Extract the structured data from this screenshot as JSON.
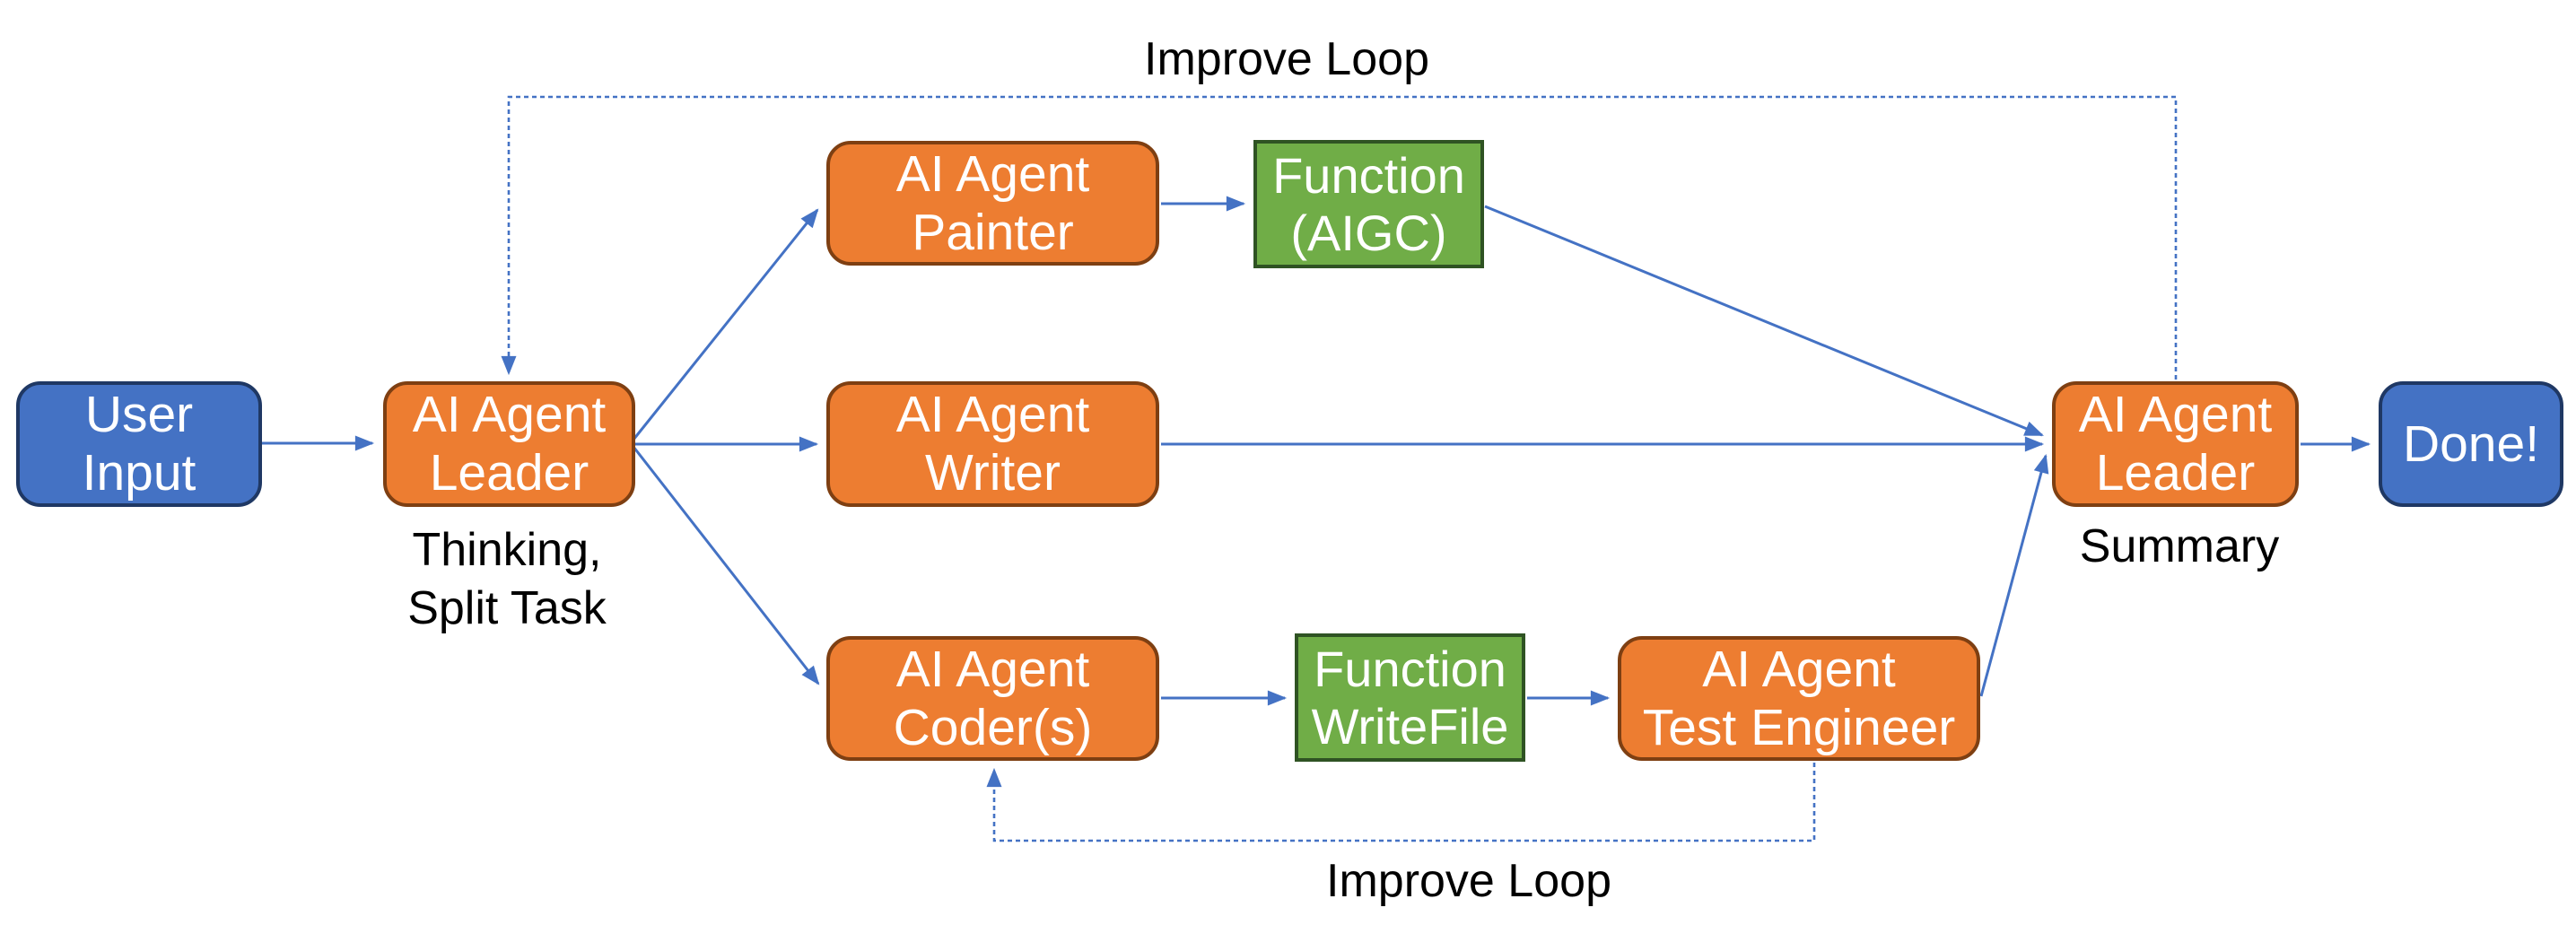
{
  "diagram": {
    "nodes": {
      "user_input": {
        "label": "User\nInput",
        "shape": "rounded",
        "fill": "#4472C4",
        "border": "#1F3864"
      },
      "leader_left": {
        "label": "AI Agent\nLeader",
        "shape": "rounded",
        "fill": "#ED7D31",
        "border": "#7E3F12",
        "caption": "Thinking,\nSplit Task"
      },
      "painter": {
        "label": "AI Agent\nPainter",
        "shape": "rounded",
        "fill": "#ED7D31",
        "border": "#7E3F12"
      },
      "func_aigc": {
        "label": "Function\n(AIGC)",
        "shape": "rect",
        "fill": "#70AD47",
        "border": "#2F5323"
      },
      "writer": {
        "label": "AI Agent\nWriter",
        "shape": "rounded",
        "fill": "#ED7D31",
        "border": "#7E3F12"
      },
      "coder": {
        "label": "AI Agent\nCoder(s)",
        "shape": "rounded",
        "fill": "#ED7D31",
        "border": "#7E3F12"
      },
      "func_writefile": {
        "label": "Function\nWriteFile",
        "shape": "rect",
        "fill": "#70AD47",
        "border": "#2F5323"
      },
      "test_engineer": {
        "label": "AI Agent\nTest Engineer",
        "shape": "rounded",
        "fill": "#ED7D31",
        "border": "#7E3F12"
      },
      "leader_right": {
        "label": "AI Agent\nLeader",
        "shape": "rounded",
        "fill": "#ED7D31",
        "border": "#7E3F12",
        "caption": "Summary"
      },
      "done": {
        "label": "Done!",
        "shape": "rounded",
        "fill": "#4472C4",
        "border": "#1F3864"
      }
    },
    "loop_labels": {
      "top": "Improve Loop",
      "bottom": "Improve Loop"
    },
    "edges": [
      {
        "from": "user_input",
        "to": "leader_left",
        "style": "solid"
      },
      {
        "from": "leader_left",
        "to": "painter",
        "style": "solid"
      },
      {
        "from": "leader_left",
        "to": "writer",
        "style": "solid"
      },
      {
        "from": "leader_left",
        "to": "coder",
        "style": "solid"
      },
      {
        "from": "painter",
        "to": "func_aigc",
        "style": "solid"
      },
      {
        "from": "func_aigc",
        "to": "leader_right",
        "style": "solid"
      },
      {
        "from": "writer",
        "to": "leader_right",
        "style": "solid"
      },
      {
        "from": "coder",
        "to": "func_writefile",
        "style": "solid"
      },
      {
        "from": "func_writefile",
        "to": "test_engineer",
        "style": "solid"
      },
      {
        "from": "test_engineer",
        "to": "leader_right",
        "style": "solid"
      },
      {
        "from": "leader_right",
        "to": "done",
        "style": "solid"
      },
      {
        "from": "leader_right",
        "to": "leader_left",
        "style": "dashed",
        "label": "Improve Loop"
      },
      {
        "from": "test_engineer",
        "to": "coder",
        "style": "dashed",
        "label": "Improve Loop"
      }
    ],
    "colors": {
      "arrow": "#4472C4",
      "node_text": "#FFFFFF",
      "caption_text": "#000000",
      "background": "#FFFFFF"
    }
  }
}
